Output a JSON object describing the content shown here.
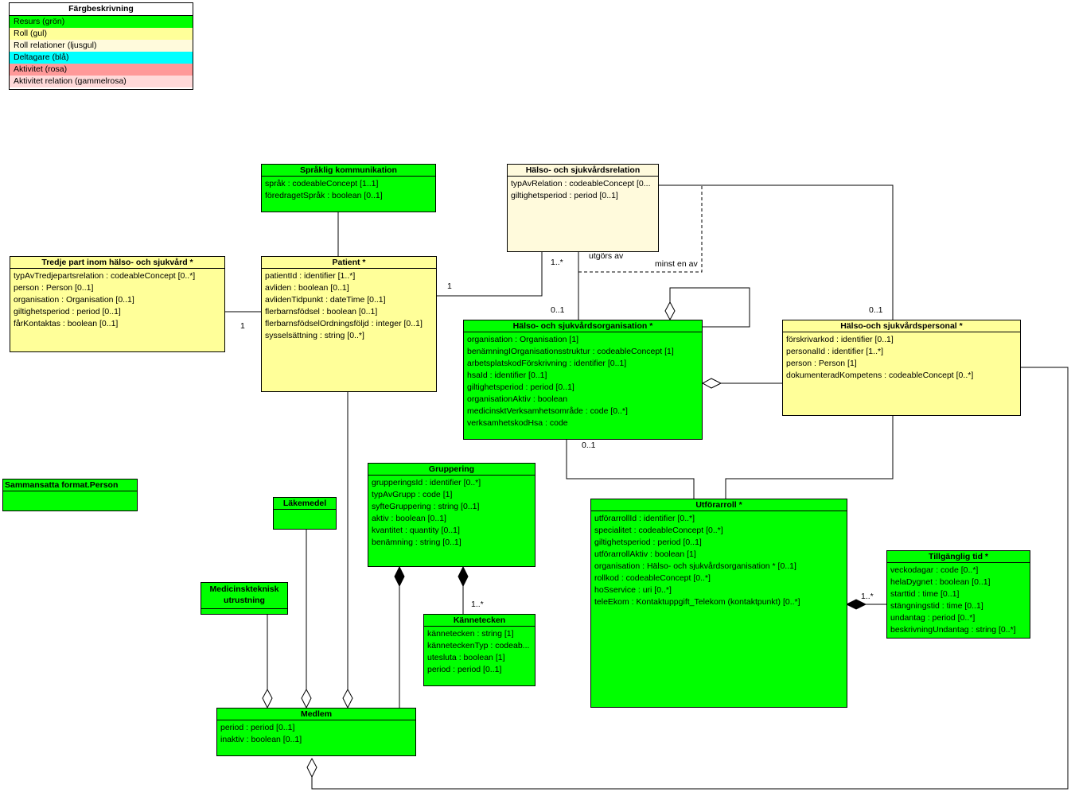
{
  "legend": {
    "title": "Färgbeskrivning",
    "rows": [
      {
        "label": "Resurs (grön)",
        "color": "#00ff00"
      },
      {
        "label": "Roll (gul)",
        "color": "#ffff99"
      },
      {
        "label": "Roll relationer (ljusgul)",
        "color": "#fffadc"
      },
      {
        "label": "Deltagare (blå)",
        "color": "#00ffff"
      },
      {
        "label": "Aktivitet (rosa)",
        "color": "#ff9999"
      },
      {
        "label": "Aktivitet relation (gammelrosa)",
        "color": "#ffd9d9"
      }
    ]
  },
  "classes": {
    "sprak": {
      "title": "Språklig kommunikation",
      "attrs": [
        "språk : codeableConcept [1..1]",
        "föredragetSpråk : boolean [0..1]"
      ]
    },
    "hsrel": {
      "title": "Hälso- och sjukvårdsrelation",
      "attrs": [
        "typAvRelation : codeableConcept [0...",
        "giltighetsperiod : period [0..1]"
      ]
    },
    "tredje": {
      "title": "Tredje part inom hälso- och sjukvård  *",
      "attrs": [
        "typAvTredjepartsrelation : codeableConcept [0..*]",
        "person : Person   [0..1]",
        "organisation : Organisation    [0..1]",
        "giltighetsperiod : period [0..1]",
        "fårKontaktas : boolean [0..1]"
      ]
    },
    "patient": {
      "title": "Patient  *",
      "attrs": [
        "patientId : identifier [1..*]",
        "avliden : boolean [0..1]",
        "avlidenTidpunkt : dateTime [0..1]",
        "flerbarnsfödsel : boolean [0..1]",
        "flerbarnsfödselOrdningsföljd : integer [0..1]",
        "sysselsättning : string [0..*]"
      ]
    },
    "hsorg": {
      "title": "Hälso- och sjukvårdsorganisation  *",
      "attrs": [
        "organisation : Organisation    [1]",
        "benämningIOrganisationsstruktur : codeableConcept [1]",
        "arbetsplatskodFörskrivning : identifier [0..1]",
        "hsaId : identifier [0..1]",
        "giltighetsperiod : period [0..1]",
        "organisationAktiv : boolean",
        "medicinsktVerksamhetsområde : code [0..*]",
        "verksamhetskodHsa : code"
      ]
    },
    "hspers": {
      "title": "Hälso-och sjukvårdspersonal  *",
      "attrs": [
        "förskrivarkod : identifier [0..1]",
        "personalId : identifier [1..*]",
        "person : Person    [1]",
        "dokumenteradKompetens : codeableConcept [0..*]"
      ]
    },
    "samman": {
      "title": "Sammansatta format.Person",
      "attrs": []
    },
    "lakemedel": {
      "title": "Läkemedel",
      "attrs": []
    },
    "medtek": {
      "title": "Medicinskteknisk\nutrustning",
      "attrs": []
    },
    "grupp": {
      "title": "Gruppering",
      "attrs": [
        "grupperingsId : identifier [0..*]",
        "typAvGrupp : code [1]",
        "syfteGruppering : string [0..1]",
        "aktiv : boolean [0..1]",
        "kvantitet : quantity [0..1]",
        "benämning : string [0..1]"
      ]
    },
    "kann": {
      "title": "Kännetecken",
      "attrs": [
        "kännetecken : string [1]",
        "känneteckenTyp : codeab...",
        "utesluta : boolean [1]",
        "period : period [0..1]"
      ]
    },
    "medlem": {
      "title": "Medlem",
      "attrs": [
        "period : period [0..1]",
        "inaktiv : boolean [0..1]"
      ]
    },
    "utfor": {
      "title": "Utförarroll  *",
      "attrs": [
        "utförarrollId : identifier [0..*]",
        "specialitet : codeableConcept [0..*]",
        "giltighetsperiod : period [0..1]",
        "utförarrollAktiv : boolean [1]",
        "organisation : Hälso- och sjukvårdsorganisation  * [0..1]",
        "rollkod : codeableConcept [0..*]",
        "hoSservice : uri [0..*]",
        "teleEkom : Kontaktuppgift_Telekom (kontaktpunkt) [0..*]"
      ]
    },
    "tillg": {
      "title": "Tillgänglig tid  *",
      "attrs": [
        "veckodagar : code [0..*]",
        "helaDygnet : boolean [0..1]",
        "starttid : time [0..1]",
        "stängningstid : time [0..1]",
        "undantag : period [0..*]",
        "beskrivningUndantag : string [0..*]"
      ]
    }
  },
  "labels": {
    "m_1a": "1",
    "m_1b": "1",
    "m_1x": "1..*",
    "utgors": "utgörs av",
    "minst": "minst en av",
    "m_01a": "0..1",
    "m_01b": "0..1",
    "m_01c": "0..1",
    "m_1k": "1..*",
    "m_1t": "1..*"
  }
}
